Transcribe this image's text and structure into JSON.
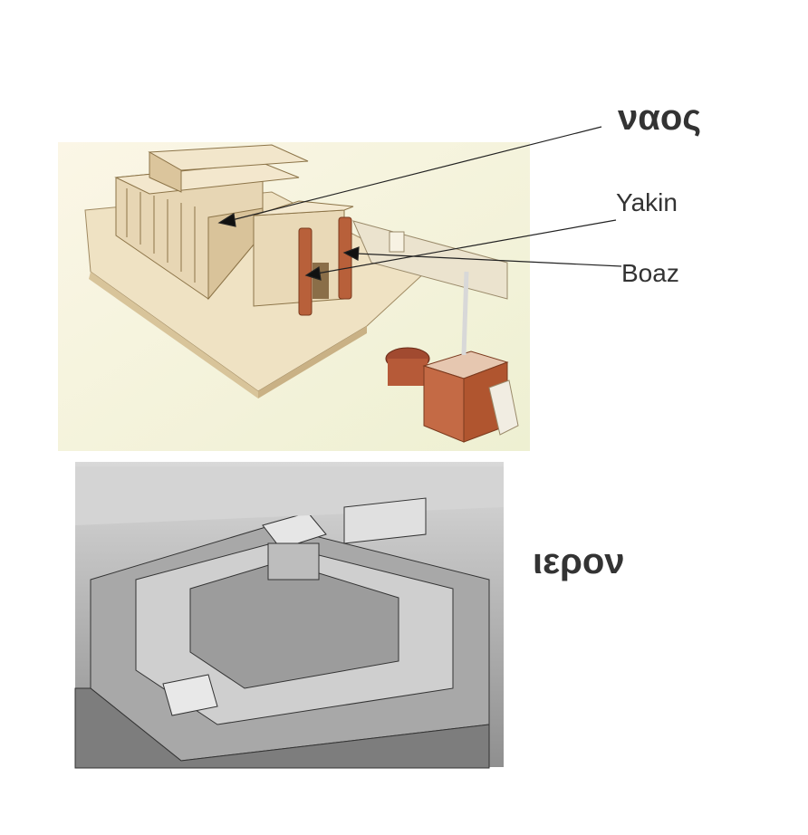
{
  "labels": {
    "naos": "ναος",
    "yakin": "Yakin",
    "boaz": "Boaz",
    "hieron": "ιερον"
  },
  "colors": {
    "text": "#333333",
    "stone": "#e7d6b4",
    "pillar": "#b8603a",
    "altar": "#c46a45",
    "sepia_bg": "#f6f1df",
    "bw_bg": "#bdbdbd"
  }
}
